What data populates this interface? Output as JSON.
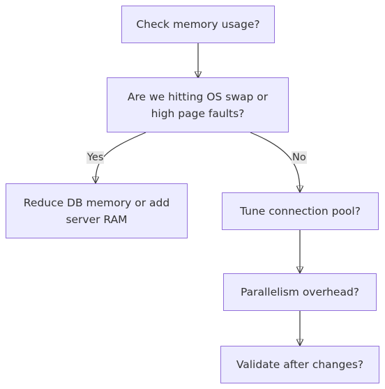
{
  "nodes": {
    "check_memory": {
      "lines": [
        "Check memory usage?"
      ]
    },
    "os_swap": {
      "lines": [
        "Are we hitting OS swap or",
        "high page faults?"
      ]
    },
    "reduce_memory": {
      "lines": [
        "Reduce DB memory or add",
        "server RAM"
      ]
    },
    "tune_pool": {
      "lines": [
        "Tune connection pool?"
      ]
    },
    "parallelism": {
      "lines": [
        "Parallelism overhead?"
      ]
    },
    "validate": {
      "lines": [
        "Validate after changes?"
      ]
    }
  },
  "edges": {
    "yes_label": "Yes",
    "no_label": "No"
  },
  "colors": {
    "node_fill": "#ececff",
    "node_border": "#9370db",
    "edge_stroke": "#333333",
    "label_background": "#e8e8e8"
  }
}
